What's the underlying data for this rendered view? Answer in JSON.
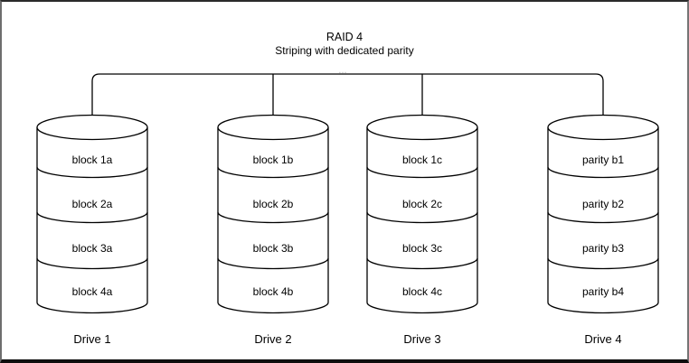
{
  "title": "RAID 4",
  "subtitle": "Striping with dedicated parity",
  "bus": {
    "ellipsis": "..."
  },
  "drives": [
    {
      "label": "Drive 1",
      "blocks": [
        "block 1a",
        "block 2a",
        "block 3a",
        "block 4a"
      ]
    },
    {
      "label": "Drive 2",
      "blocks": [
        "block 1b",
        "block 2b",
        "block 3b",
        "block 4b"
      ]
    },
    {
      "label": "Drive 3",
      "blocks": [
        "block 1c",
        "block 2c",
        "block 3c",
        "block 4c"
      ]
    },
    {
      "label": "Drive 4",
      "blocks": [
        "parity b1",
        "parity b2",
        "parity b3",
        "parity b4"
      ]
    }
  ],
  "colors": {
    "line": "#000000",
    "background": "#ffffff",
    "frame_side": "#6e6e6e",
    "frame_bottom": "#0e0e0e"
  }
}
